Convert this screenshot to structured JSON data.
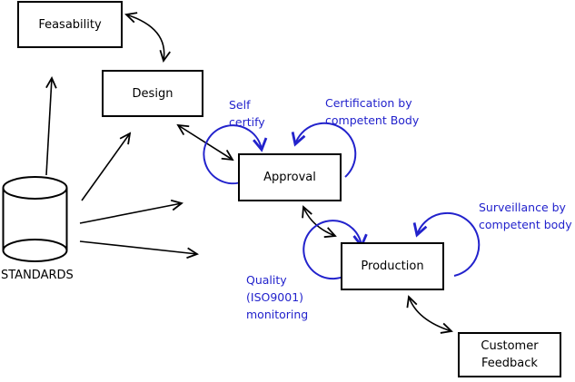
{
  "boxes": {
    "feasability": {
      "label": "Feasability"
    },
    "design": {
      "label": "Design"
    },
    "approval": {
      "label": "Approval"
    },
    "production": {
      "label": "Production"
    },
    "customer_feedback": {
      "line1": "Customer",
      "line2": "Feedback"
    }
  },
  "datastore": {
    "label": "STANDARDS"
  },
  "annotations": {
    "self_certify": {
      "line1": "Self",
      "line2": "certify"
    },
    "certification": {
      "line1": "Certification by",
      "line2": "competent Body"
    },
    "surveillance": {
      "line1": "Surveillance by",
      "line2": "competent body"
    },
    "quality_monitoring": {
      "line1": "Quality",
      "line2": "(ISO9001)",
      "line3": "monitoring"
    }
  },
  "colors": {
    "annotation_blue": "#2222CC",
    "line_black": "#000000",
    "background": "#FFFFFF"
  }
}
